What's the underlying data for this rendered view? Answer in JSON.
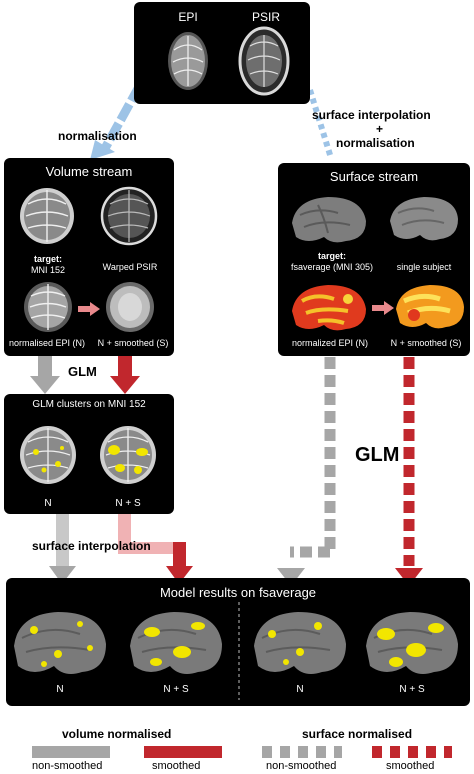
{
  "top": {
    "epi": "EPI",
    "psir": "PSIR"
  },
  "labels": {
    "normalisation": "normalisation",
    "surface_interp_norm_1": "surface interpolation",
    "surface_interp_norm_2": "+",
    "surface_interp_norm_3": "normalisation",
    "glm_left": "GLM",
    "glm_big": "GLM",
    "surface_interpolation": "surface interpolation"
  },
  "volume": {
    "title": "Volume stream",
    "target_label": "target:",
    "target_name": "MNI 152",
    "warped": "Warped PSIR",
    "norm_epi": "normalised EPI (N)",
    "smoothed": "N + smoothed (S)"
  },
  "surface": {
    "title": "Surface stream",
    "target_label": "target:",
    "target_name": "fsaverage (MNI 305)",
    "single": "single subject",
    "norm_epi": "normalized EPI (N)",
    "smoothed": "N + smoothed (S)"
  },
  "glm_panel": {
    "title": "GLM clusters on MNI 152",
    "n": "N",
    "ns": "N + S"
  },
  "results": {
    "title": "Model results on fsaverage",
    "labels": [
      "N",
      "N + S",
      "N",
      "N + S"
    ]
  },
  "legend": {
    "volume_title": "volume normalised",
    "surface_title": "surface normalised",
    "vol_non": "non-smoothed",
    "vol_smooth": "smoothed",
    "surf_non": "non-smoothed",
    "surf_smooth": "smoothed"
  },
  "colors": {
    "gray_arrow": "#a6a6a6",
    "red_arrow": "#c1272d",
    "blue_arrow": "#9dc3e6",
    "pink_arrow": "#e8898c",
    "blob_yellow": "#f2e600"
  }
}
